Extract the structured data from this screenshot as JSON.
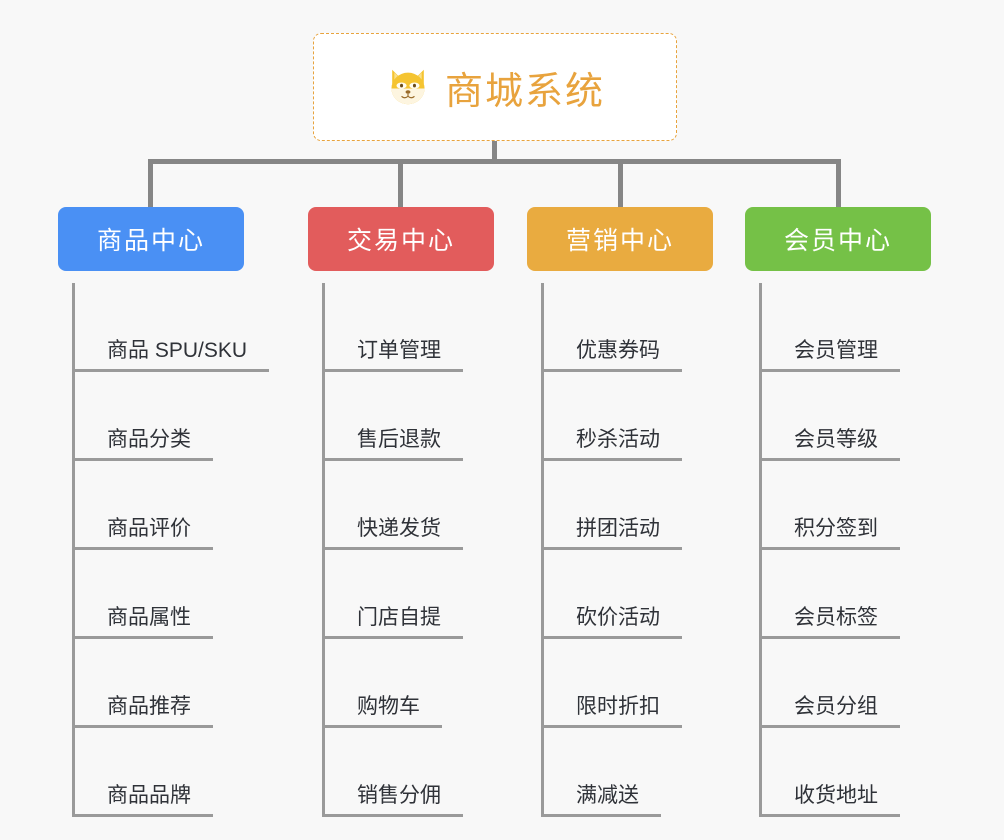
{
  "root": {
    "icon": "dog-face-emoji",
    "title": "商城系统",
    "border_color": "#E8A33D",
    "text_color": "#E8A33D",
    "background": "#FFFFFF"
  },
  "canvas": {
    "background": "#F8F8F8",
    "connector_color": "#868686"
  },
  "branches": [
    {
      "label": "商品中心",
      "color": "#4A90F4",
      "leaves": [
        "商品 SPU/SKU",
        "商品分类",
        "商品评价",
        "商品属性",
        "商品推荐",
        "商品品牌"
      ]
    },
    {
      "label": "交易中心",
      "color": "#E25C5C",
      "leaves": [
        "订单管理",
        "售后退款",
        "快递发货",
        "门店自提",
        "购物车",
        "销售分佣"
      ]
    },
    {
      "label": "营销中心",
      "color": "#E9AB40",
      "leaves": [
        "优惠券码",
        "秒杀活动",
        "拼团活动",
        "砍价活动",
        "限时折扣",
        "满减送"
      ]
    },
    {
      "label": "会员中心",
      "color": "#75C147",
      "leaves": [
        "会员管理",
        "会员等级",
        "积分签到",
        "会员标签",
        "会员分组",
        "收货地址"
      ]
    }
  ]
}
